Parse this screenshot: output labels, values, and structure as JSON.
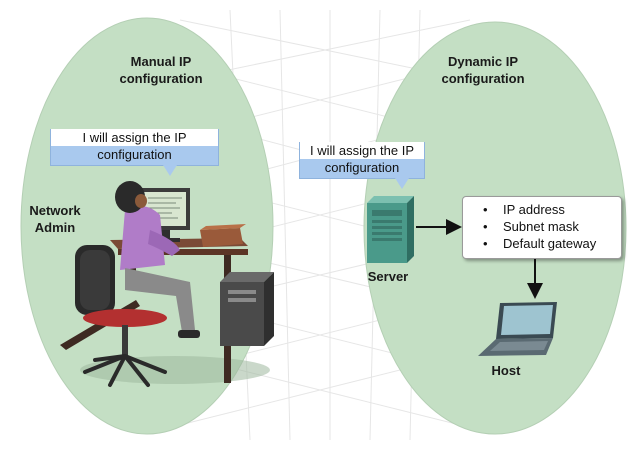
{
  "left_zone": {
    "title_line1": "Manual IP",
    "title_line2": "configuration",
    "speech_line1": "I will assign the IP",
    "speech_line2": "configuration",
    "actor_line1": "Network",
    "actor_line2": "Admin"
  },
  "right_zone": {
    "title_line1": "Dynamic IP",
    "title_line2": "configuration",
    "speech_line1": "I will assign the IP",
    "speech_line2": "configuration",
    "server_label": "Server",
    "host_label": "Host",
    "config_items": [
      "IP address",
      "Subnet mask",
      "Default gateway"
    ]
  },
  "colors": {
    "zone_fill": "#c4dfc4",
    "bubble_fill": "#a9c9ee",
    "server_teal": "#4a9a8a",
    "person_shirt": "#b07cc8"
  },
  "icons": [
    "network-admin-illustration",
    "server-icon",
    "laptop-icon",
    "arrow-right-icon",
    "arrow-down-icon"
  ]
}
